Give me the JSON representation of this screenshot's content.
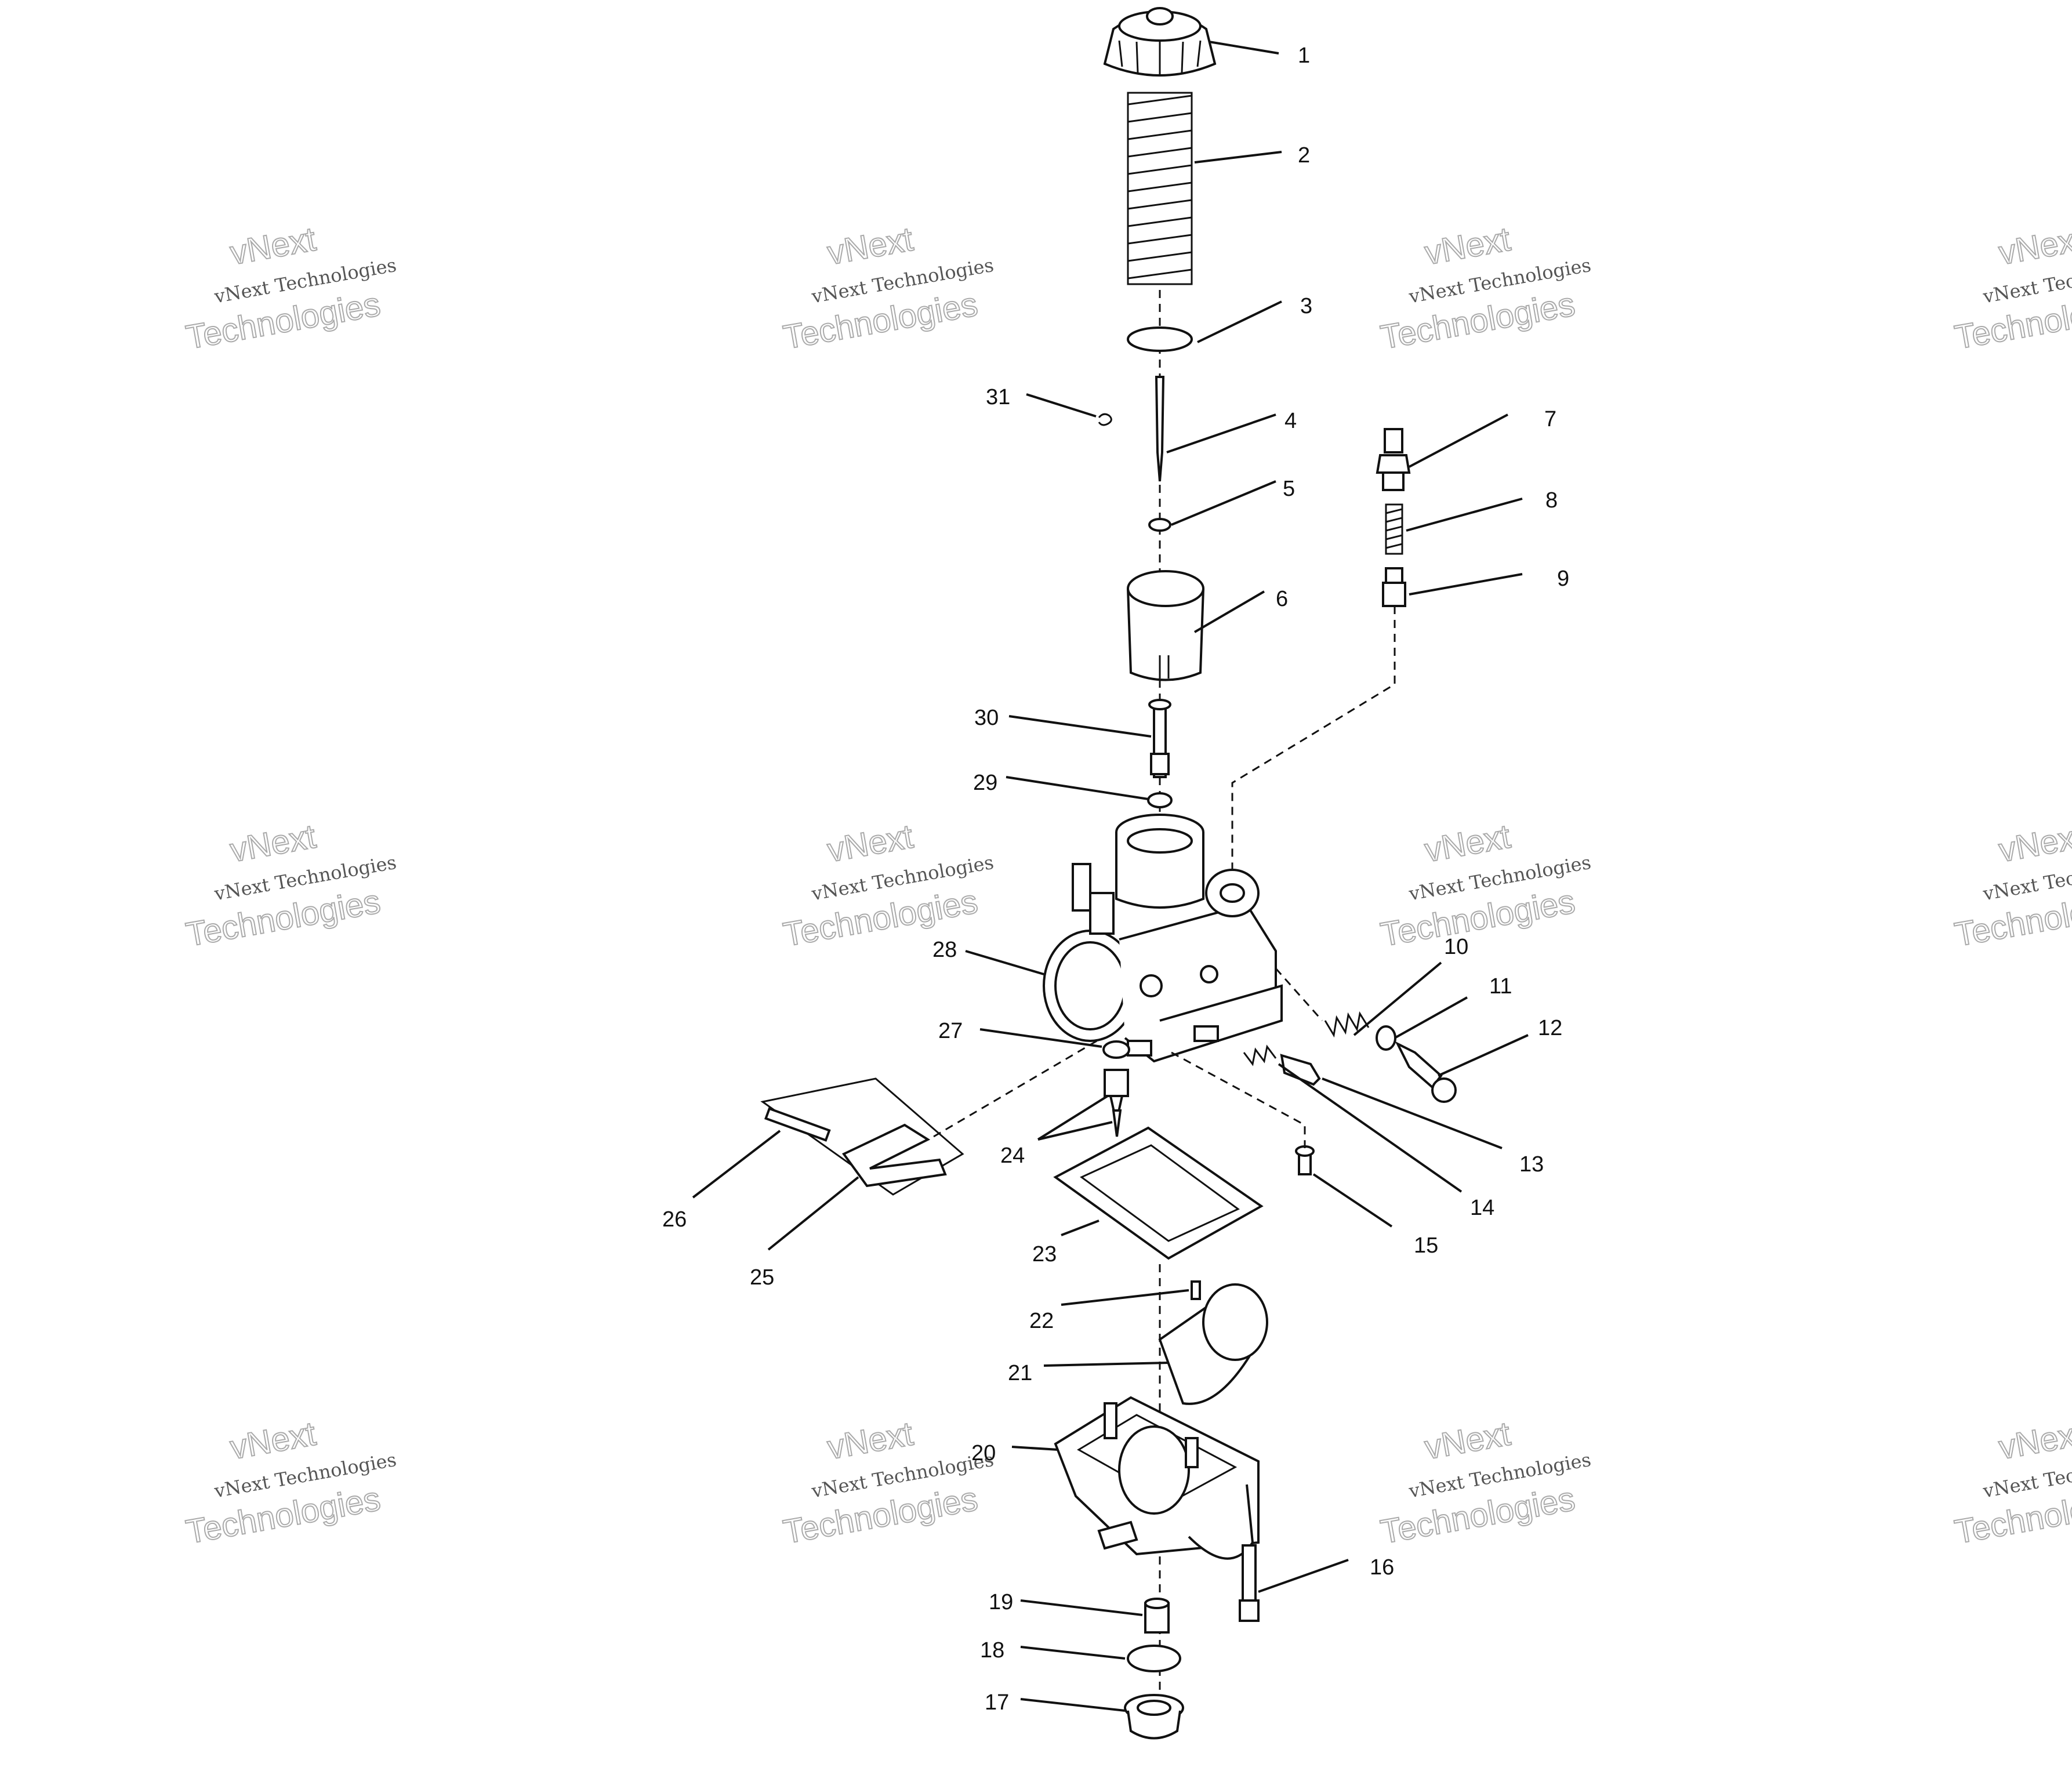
{
  "watermark": {
    "line1": "vNext",
    "line2": "vNext Technologies",
    "line3": "Technologies"
  },
  "callouts": [
    "1",
    "2",
    "3",
    "4",
    "5",
    "6",
    "7",
    "8",
    "9",
    "10",
    "11",
    "12",
    "13",
    "14",
    "15",
    "16",
    "17",
    "18",
    "19",
    "20",
    "21",
    "22",
    "23",
    "24",
    "25",
    "26",
    "27",
    "28",
    "29",
    "30",
    "31"
  ]
}
